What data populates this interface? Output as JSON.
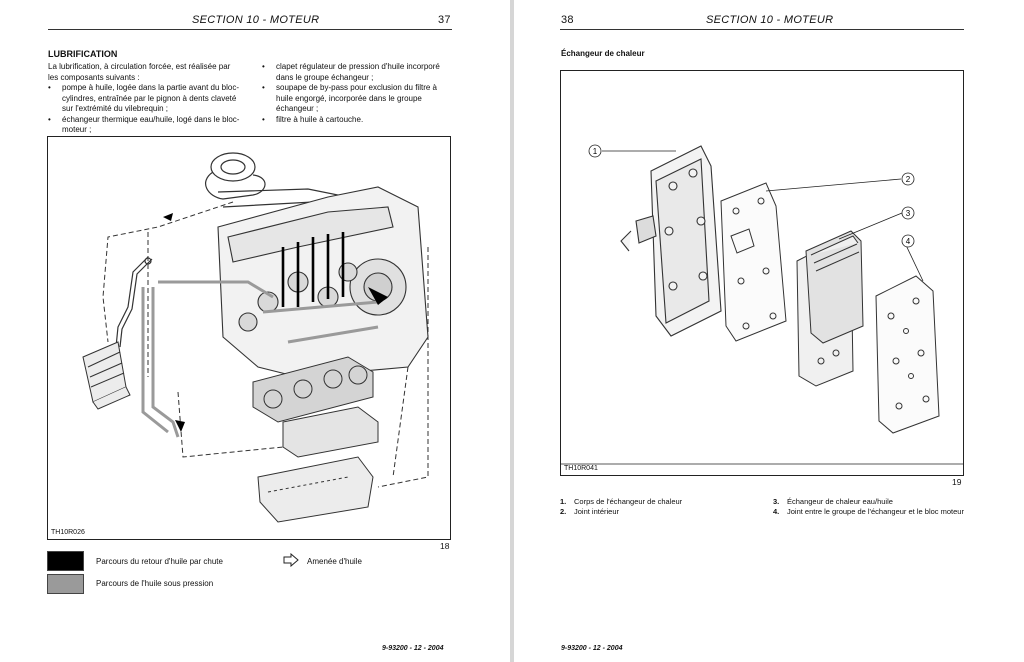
{
  "left_page": {
    "header_title": "SECTION 10 - MOTEUR",
    "page_number": "37",
    "section_heading": "LUBRIFICATION",
    "intro_text": "La lubrification, à circulation forcée, est réalisée par les composants suivants :",
    "bullets_col1": [
      "pompe à huile, logée dans la partie avant du bloc-cylindres, entraînée par le pignon à dents claveté sur l'extrémité du vilebrequin ;",
      "échangeur thermique eau/huile, logé dans le bloc-moteur ;"
    ],
    "bullets_col2": [
      "clapet régulateur de pression d'huile incorporé dans le groupe échangeur ;",
      "soupape de by-pass pour exclusion du filtre à huile engorgé, incorporée dans le groupe échangeur ;",
      "filtre à huile à cartouche."
    ],
    "figure_code": "TH10R026",
    "figure_number": "18",
    "legend": {
      "return_label": "Parcours du retour d'huile par chute",
      "return_color": "#000000",
      "pressure_label": "Parcours de l'huile sous pression",
      "pressure_color": "#9a9a9a",
      "inlet_label": "Amenée d'huile",
      "inlet_icon": "outline-arrow-right-icon"
    },
    "footer": "9-93200 - 12 - 2004"
  },
  "right_page": {
    "page_number": "38",
    "header_title": "SECTION 10 - MOTEUR",
    "section_heading": "Échangeur de chaleur",
    "figure_code": "TH10R041",
    "figure_number": "19",
    "callouts": [
      "1",
      "2",
      "3",
      "4"
    ],
    "captions": [
      {
        "num": "1.",
        "text": "Corps de l'échangeur de chaleur"
      },
      {
        "num": "2.",
        "text": "Joint intérieur"
      },
      {
        "num": "3.",
        "text": "Échangeur de chaleur eau/huile"
      },
      {
        "num": "4.",
        "text": "Joint entre le groupe de l'échangeur et le bloc moteur"
      }
    ],
    "footer": "9-93200 - 12 - 2004"
  }
}
